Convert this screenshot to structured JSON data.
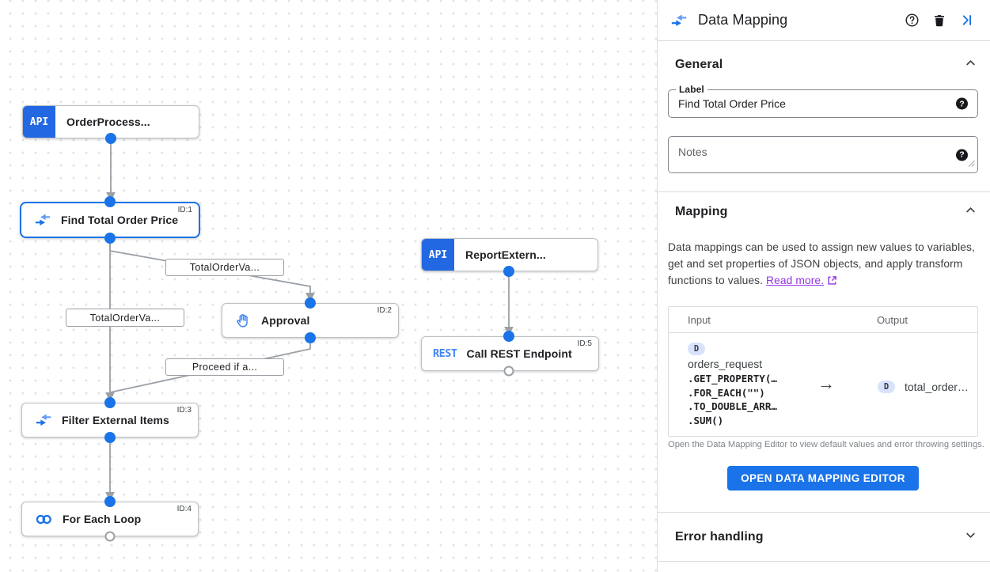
{
  "canvas": {
    "nodes": [
      {
        "label": "OrderProcess...",
        "badge": "API"
      },
      {
        "label": "Find Total Order Price",
        "id": "ID:1"
      },
      {
        "label": "Approval",
        "id": "ID:2"
      },
      {
        "label": "Filter External Items",
        "id": "ID:3"
      },
      {
        "label": "For Each Loop",
        "id": "ID:4"
      },
      {
        "label": "ReportExtern...",
        "badge": "API"
      },
      {
        "label": "Call REST Endpoint",
        "id": "ID:5",
        "badge": "REST"
      }
    ],
    "edge_labels": [
      {
        "text": "TotalOrderVa..."
      },
      {
        "text": "TotalOrderVa..."
      },
      {
        "text": "Proceed if a..."
      }
    ]
  },
  "panel": {
    "title": "Data Mapping",
    "general": {
      "heading": "General",
      "label_field": {
        "label": "Label",
        "value": "Find Total Order Price",
        "help": "?"
      },
      "notes_field": {
        "placeholder": "Notes",
        "help": "?"
      }
    },
    "mapping": {
      "heading": "Mapping",
      "description": "Data mappings can be used to assign new values to variables, get and set properties of JSON objects, and apply transform functions to values. ",
      "read_more": "Read more.",
      "table": {
        "input_header": "Input",
        "output_header": "Output",
        "input_badge": "D",
        "input_var": "orders_request",
        "input_code": [
          ".GET_PROPERTY(…",
          ".FOR_EACH(\"\")",
          ".TO_DOUBLE_ARR…",
          ".SUM()"
        ],
        "arrow": "→",
        "output_badge": "D",
        "output_var": "total_order…"
      },
      "caption": "Open the Data Mapping Editor to view default values and error throwing settings.",
      "button": "OPEN DATA MAPPING EDITOR"
    },
    "error_handling": {
      "heading": "Error handling"
    }
  },
  "colors": {
    "accent": "#1a73e8",
    "link": "#9334e6",
    "edge": "#9aa0a6",
    "node_badge": "#2268e3"
  }
}
